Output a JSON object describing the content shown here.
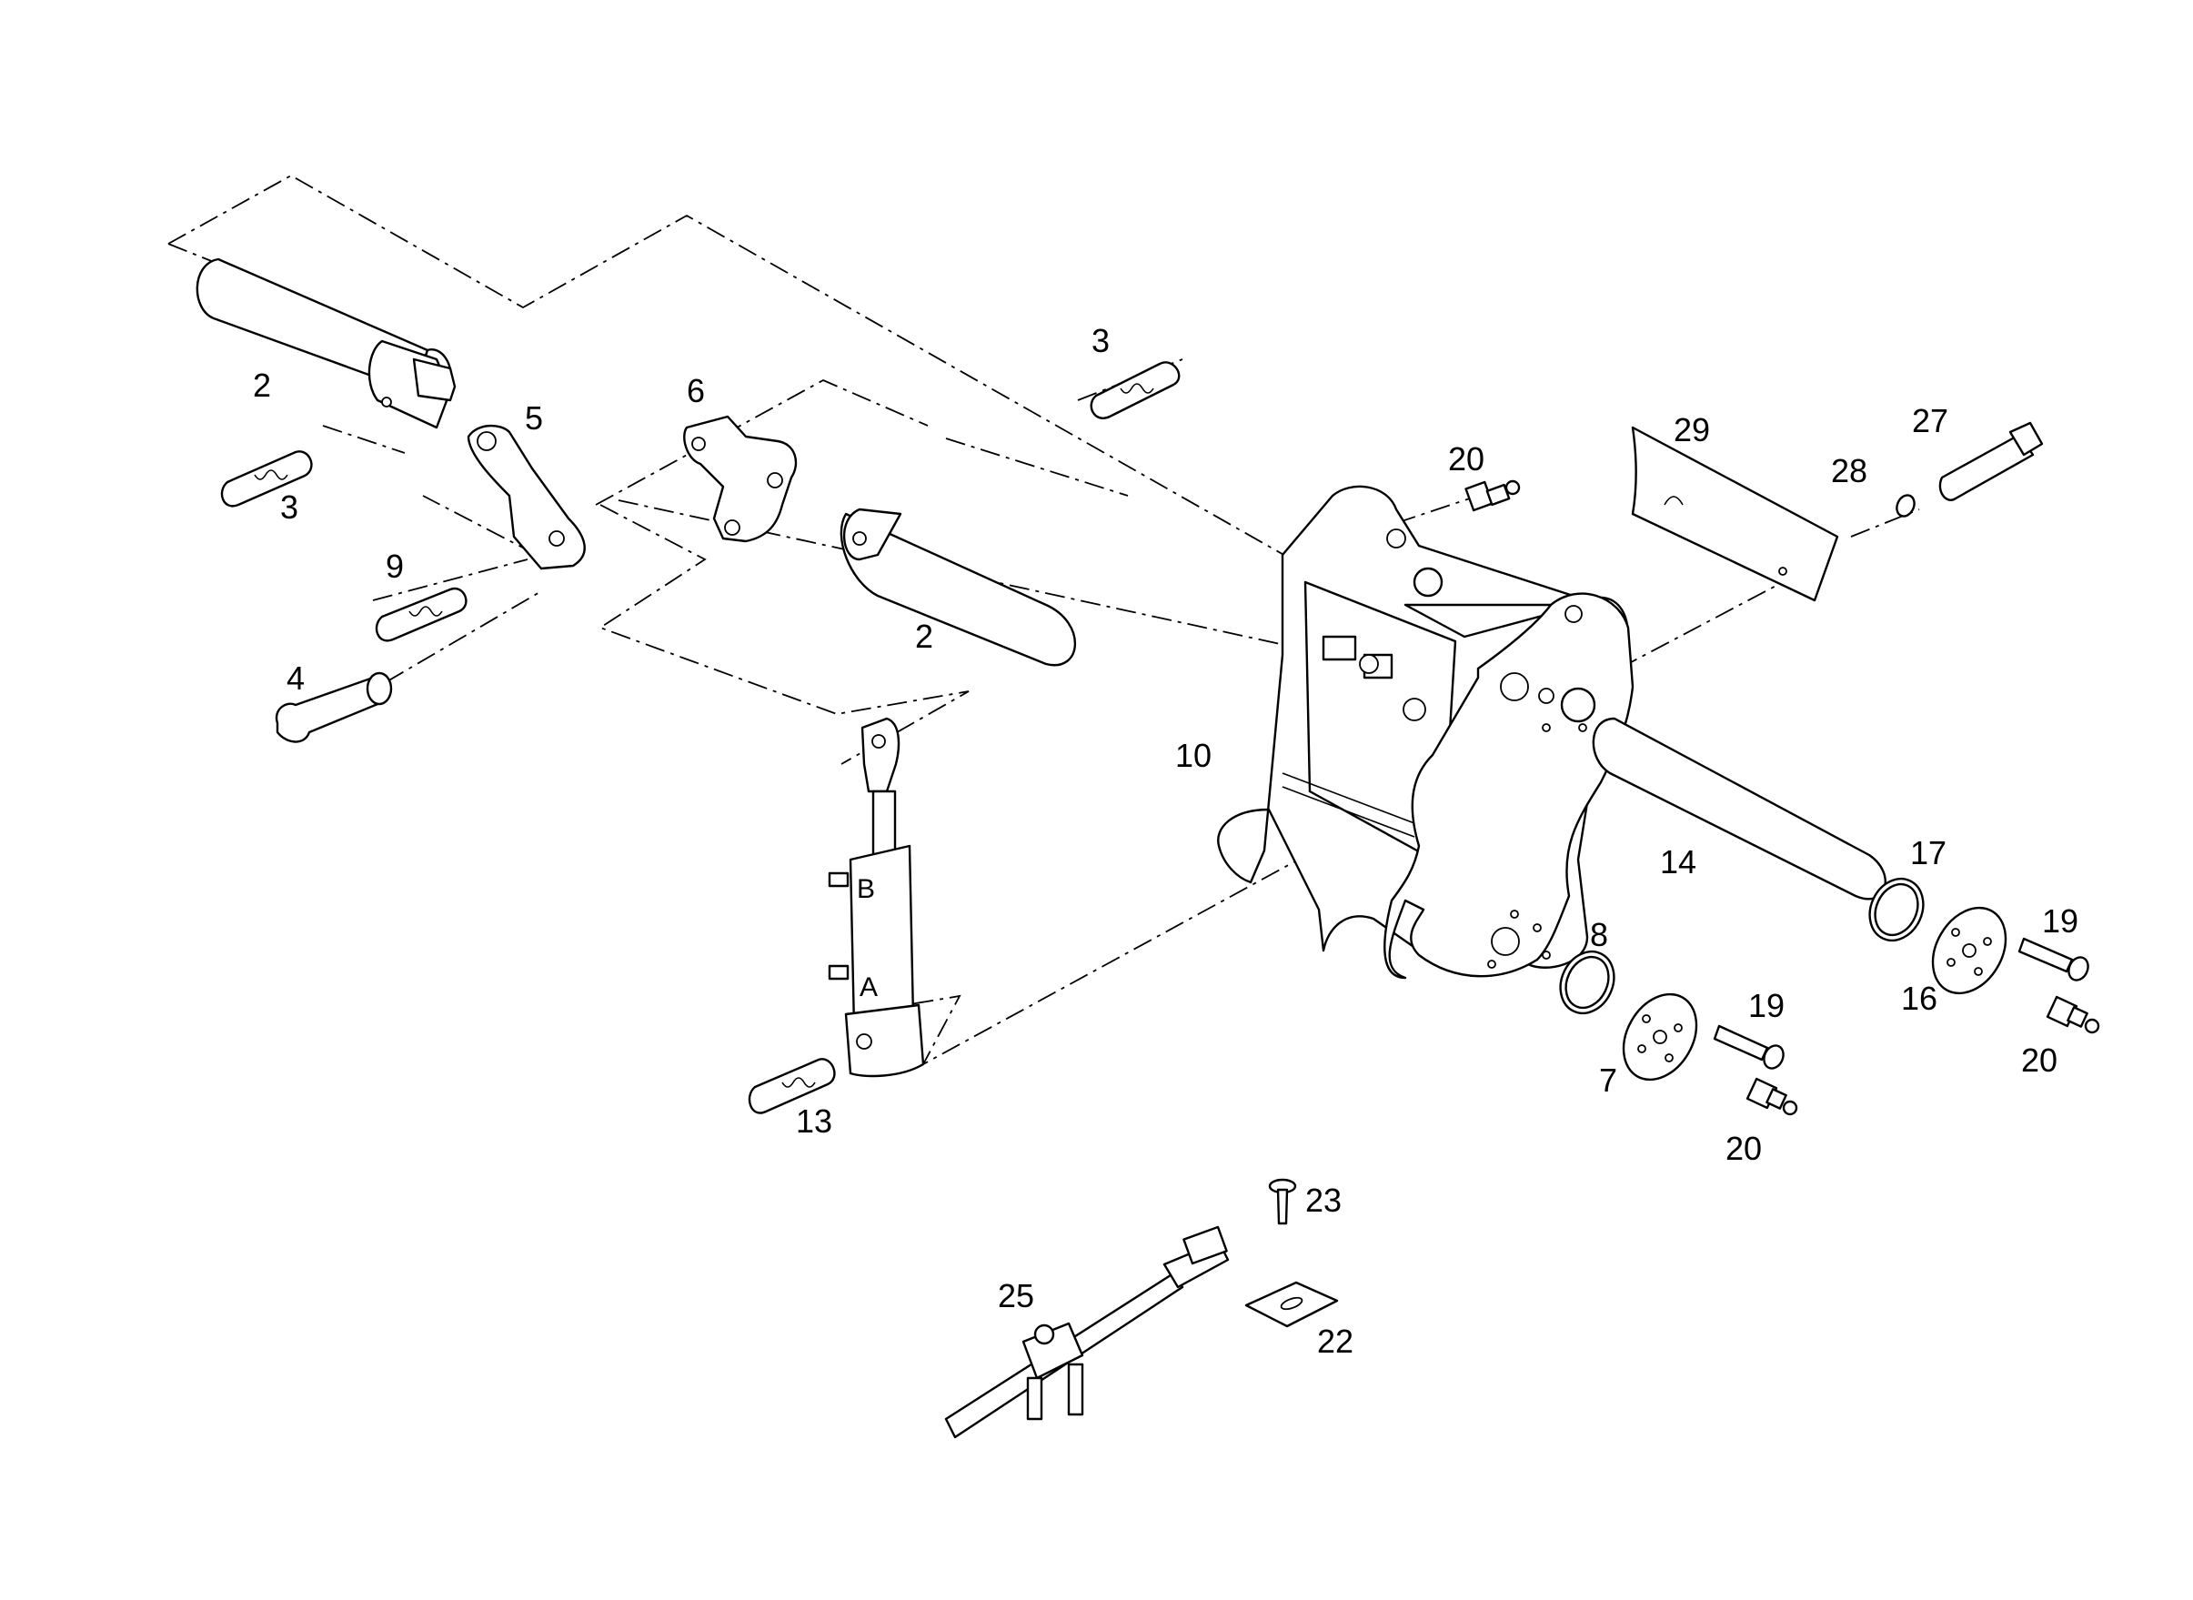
{
  "labels": {
    "l2a": "2",
    "l2b": "2",
    "l3a": "3",
    "l3b": "3",
    "l4": "4",
    "l5": "5",
    "l6": "6",
    "l7": "7",
    "l8": "8",
    "l9": "9",
    "l10": "10",
    "l13": "13",
    "l14": "14",
    "l16": "16",
    "l17": "17",
    "l19a": "19",
    "l19b": "19",
    "l20a": "20",
    "l20b": "20",
    "l20c": "20",
    "l22": "22",
    "l23": "23",
    "l25": "25",
    "l27": "27",
    "l28": "28",
    "l29": "29"
  },
  "port_letters": {
    "a": "A",
    "b": "B"
  },
  "colors": {
    "line": "#000000",
    "background": "#ffffff"
  }
}
